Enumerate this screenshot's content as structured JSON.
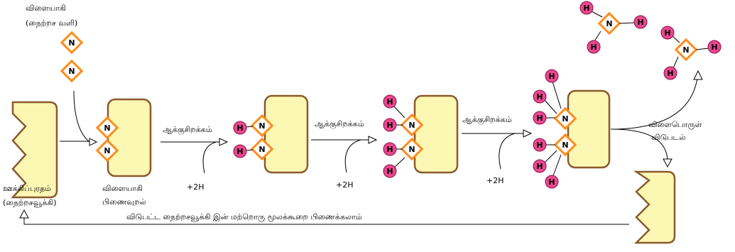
{
  "labels": {
    "substrate_line1": "விளையாகி",
    "substrate_line2": "(நைற்றச வளி)",
    "enzyme_line1": "ஊக்கிப்புரதம்",
    "enzyme_line2": "(நைற்றசவூக்கி)",
    "binding_line1": "விளையாகி",
    "binding_line2": "பிணைவுறல்",
    "reduction_1": "ஆக்குசிறக்கம்",
    "reduction_2": "ஆக்குசிறக்கம்",
    "reduction_3": "ஆக்குசிறக்கம்",
    "hydrogen_1": "+2H",
    "hydrogen_2": "+2H",
    "hydrogen_3": "+2H",
    "release_line1": "விளைபொருள்",
    "release_line2": "விடுபடல்",
    "recycle": "விடுபட்ட நைற்றசவூக்கி இன் மற்றொரு மூலக்கூறை பிணைக்கலாம்"
  },
  "atoms": {
    "nitrogen": "N",
    "hydrogen": "H"
  },
  "colors": {
    "enzyme_fill": "#fdf7b4",
    "enzyme_border": "#8b5a2b",
    "nitrogen_border": "#ff8c1a",
    "hydrogen_fill": "#e8488f"
  }
}
